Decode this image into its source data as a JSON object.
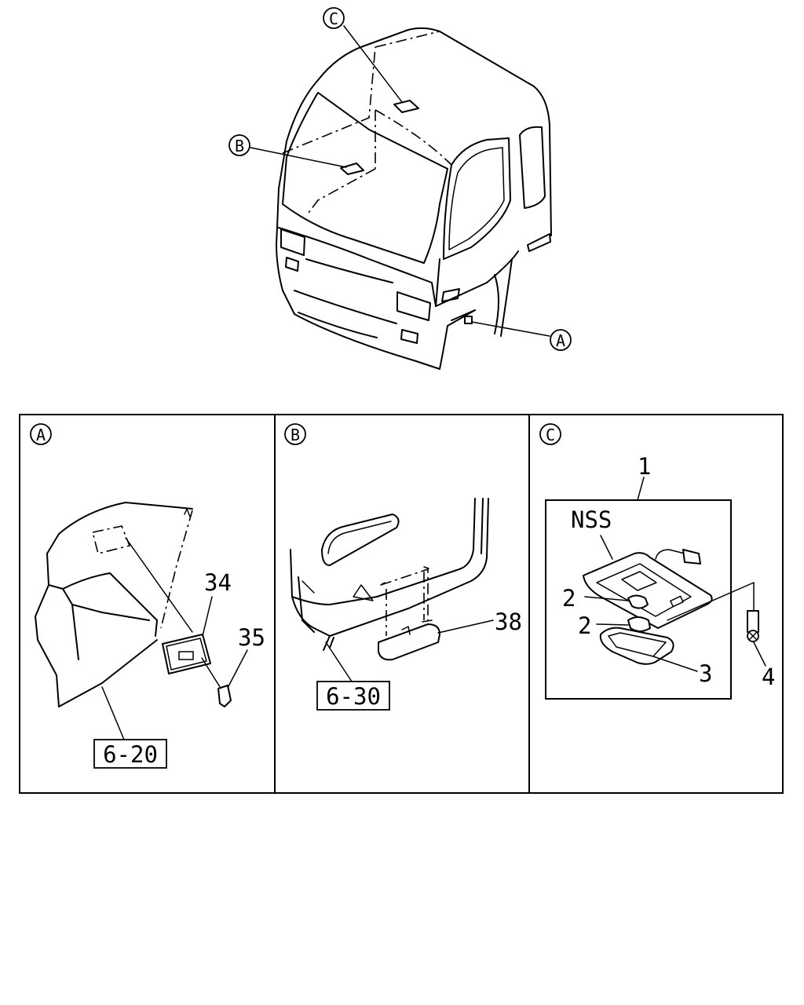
{
  "callouts": {
    "A": "A",
    "B": "B",
    "C": "C"
  },
  "panel_a": {
    "heading": "A",
    "part_34": "34",
    "part_35": "35",
    "ref": "6-20"
  },
  "panel_b": {
    "heading": "B",
    "part_38": "38",
    "ref": "6-30"
  },
  "panel_c": {
    "heading": "C",
    "part_1": "1",
    "nss": "NSS",
    "part_2a": "2",
    "part_2b": "2",
    "part_3": "3",
    "part_4": "4"
  }
}
